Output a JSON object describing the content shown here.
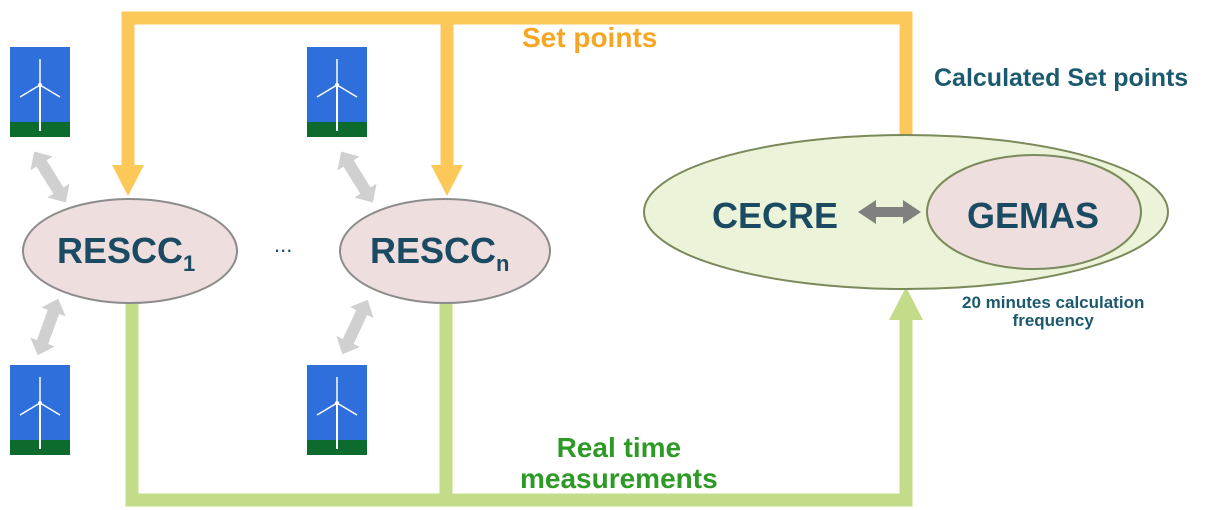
{
  "labels": {
    "set_points": "Set points",
    "calculated_set_points": "Calculated Set points",
    "real_time_line1": "Real time",
    "real_time_line2": "measurements",
    "frequency_line1": "20 minutes calculation",
    "frequency_line2": "frequency"
  },
  "nodes": {
    "rescc1_base": "RESCC",
    "rescc1_sub": "1",
    "ellipsis": "...",
    "rescc2_base": "RESCC",
    "rescc2_sub": "n",
    "cecre": "CECRE",
    "gemas": "GEMAS"
  },
  "colors": {
    "set_points_arrow": "#fdc85a",
    "measurements_arrow": "#c3dc8a",
    "rescc_fill": "#efdede",
    "cecre_fill": "#ebf3d8",
    "gemas_fill": "#efdede",
    "node_text": "#1b4a63",
    "turbine_sky": "#2f6fdc",
    "turbine_ground": "#0d6b2e",
    "link_arrow": "#d0d0d0"
  },
  "icons": [
    "wind-turbine-icon"
  ]
}
